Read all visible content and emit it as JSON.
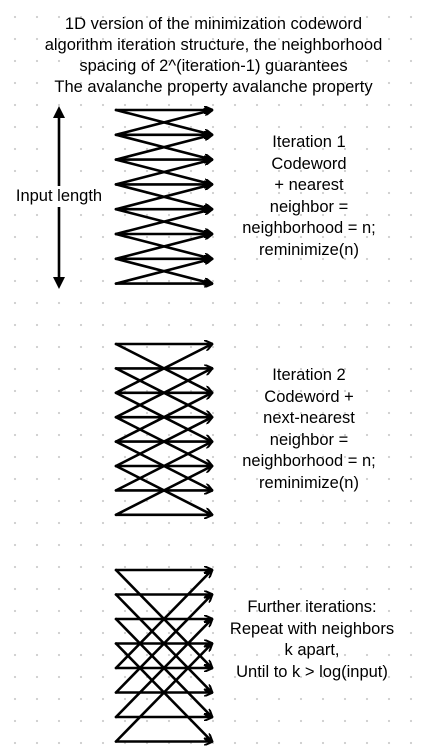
{
  "title_lines": [
    "1D version of the minimization codeword",
    "algorithm iteration structure, the neighborhood",
    "spacing of 2^(iteration-1) guarantees",
    "The avalanche property avalanche property"
  ],
  "input_length_label": "Input length",
  "iterations": [
    {
      "lines": [
        "Iteration 1",
        "Codeword",
        "+ nearest",
        "neighbor =",
        "neighborhood = n;",
        "reminimize(n)"
      ]
    },
    {
      "lines": [
        "Iteration 2",
        "Codeword +",
        "next-nearest",
        "neighbor =",
        "neighborhood = n;",
        "reminimize(n)"
      ]
    },
    {
      "lines": [
        "Further iterations:",
        "Repeat with neighbors",
        "k apart,",
        "Until to k > log(input)"
      ]
    }
  ]
}
